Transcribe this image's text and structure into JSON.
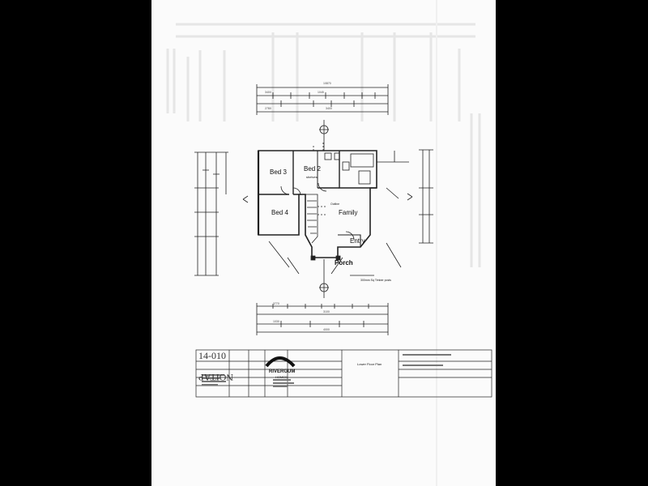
{
  "rooms": {
    "bed3": "Bed 3",
    "bed2": "Bed 2",
    "bed4": "Bed 4",
    "family": "Family",
    "entry": "Entry",
    "porch": "Porch"
  },
  "labels": {
    "shelves": "shelves",
    "note_small": "Outline",
    "porch_note": "300mm Sq Timber posts"
  },
  "title_block": {
    "company": "RIVERGUM",
    "company_sub": "HOMES",
    "drawing_title": "Lower Floor Plan"
  },
  "handwriting": {
    "ref": "14-010",
    "rotated": "NOITAP"
  }
}
